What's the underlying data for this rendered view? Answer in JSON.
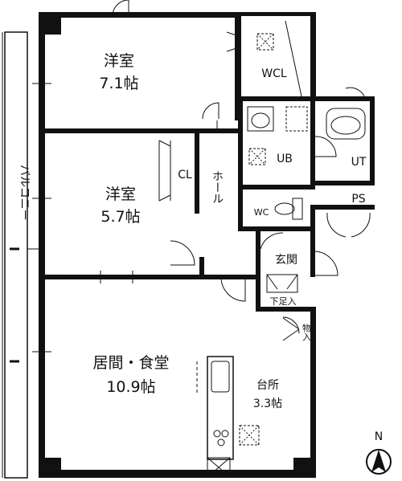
{
  "rooms": {
    "western1_name": "洋室",
    "western1_size": "7.1帖",
    "western2_name": "洋室",
    "western2_size": "5.7帖",
    "living_name": "居間・食堂",
    "living_size": "10.9帖",
    "kitchen_name": "台所",
    "kitchen_size": "3.3帖",
    "wcl": "WCL",
    "cl": "CL",
    "ub": "UB",
    "ut": "UT",
    "ps": "PS",
    "wc": "WC",
    "hall": "ホール",
    "entrance": "玄関",
    "shoebox": "下足入",
    "storage": "物入"
  },
  "balcony_label": "バルコニー",
  "compass_label": "N",
  "colors": {
    "wall": "#111111",
    "line": "#111111",
    "background": "#ffffff"
  }
}
